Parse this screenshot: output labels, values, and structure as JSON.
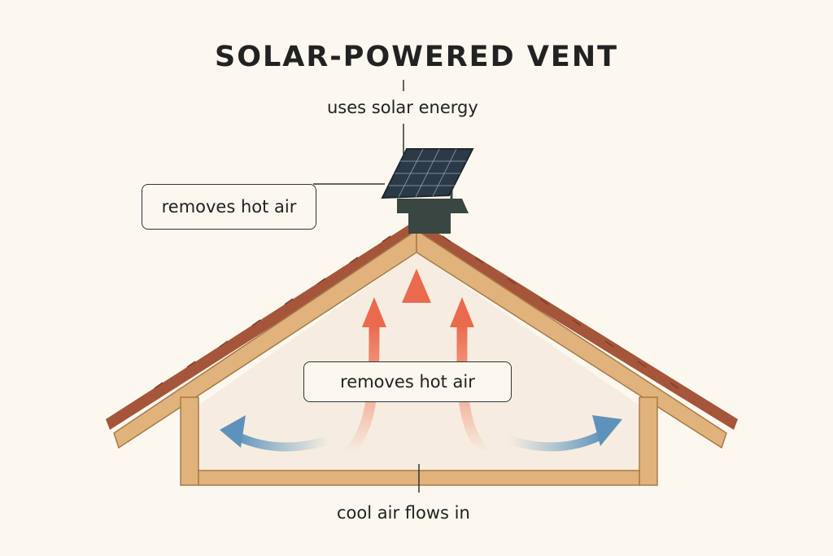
{
  "title": "SOLAR-POWERED VENT",
  "labels": {
    "solar": "uses solar energy",
    "vent": "removes hot air",
    "attic": "removes hot air",
    "intake": "cool air flows in"
  },
  "colors": {
    "background": "#fcf8ef",
    "roof_tiles": "#a5563a",
    "wood": "#e0b37c",
    "hot_air": "#ee7a5e",
    "cool_air": "#6f9fc3",
    "solar_panel": "#2c3a48",
    "vent_body": "#3a4641"
  }
}
